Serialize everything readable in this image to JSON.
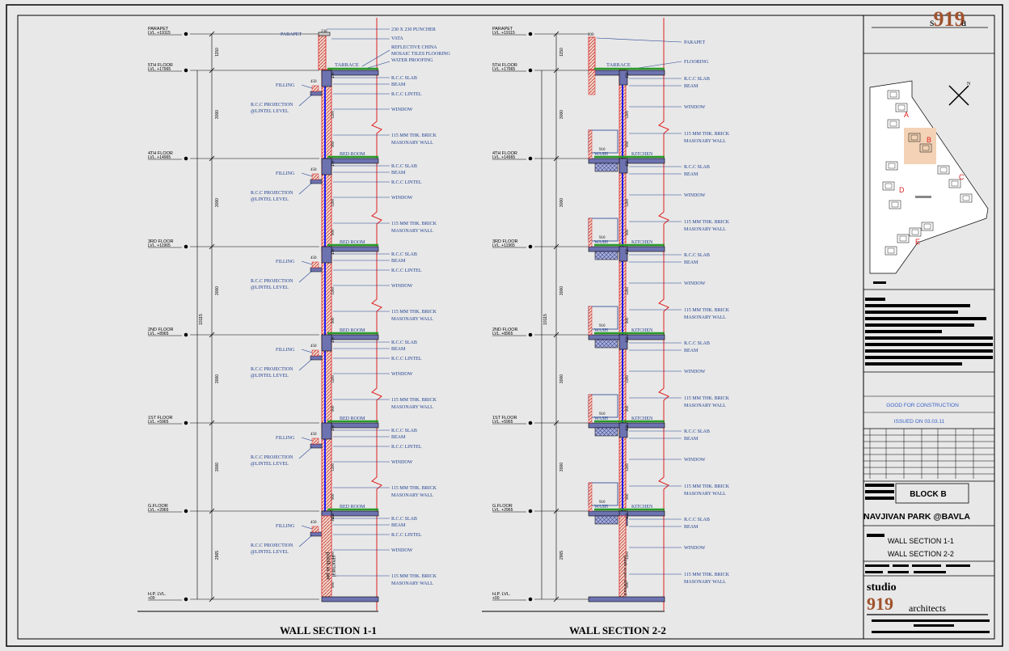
{
  "drawing": {
    "logo_mark": "919",
    "left_title": "WALL SECTION 1-1",
    "right_title": "WALL SECTION 2-2",
    "total_height": "19115",
    "levels": [
      {
        "name": "PARAPET",
        "lvl": "LVL. +19115"
      },
      {
        "name": "5TH FLOOR",
        "lvl": "LVL. +17965"
      },
      {
        "name": "4TH FLOOR",
        "lvl": "LVL. +14965"
      },
      {
        "name": "3RD FLOOR",
        "lvl": "LVL. +11965"
      },
      {
        "name": "2ND FLOOR",
        "lvl": "LVL. +8965"
      },
      {
        "name": "1ST FLOOR",
        "lvl": "LVL. +5965"
      },
      {
        "name": "G.FLOOR",
        "lvl": "LVL. +2965"
      },
      {
        "name": "H.P. LVL.",
        "lvl": "+00"
      }
    ],
    "dims_left": [
      "1150",
      "3000",
      "3000",
      "3000",
      "3000",
      "3000",
      "2965"
    ],
    "section1": {
      "top_notes": [
        "230 X 230 PUNCHER",
        "VATA",
        "REFLECTIVE CHINA",
        "MOSAIC TILES FLOORING",
        "WATER PROOFING"
      ],
      "parapet_label": "PARAPET",
      "parapet_dim": "230",
      "terrace": "TARRACE",
      "room": "BED ROOM",
      "filling": "FILLING",
      "projection1": "R.C.C PROJECTION",
      "projection2": "@LINTEL LEVEL",
      "slab": "R.C.C SLAB",
      "beam": "BEAM",
      "lintel": "R.C.C LINTEL",
      "window": "WINDOW",
      "wall1": "115 MM THK. BRICK",
      "wall2": "MASONARY WALL",
      "dim_filling": "450",
      "dim_window": "1200",
      "dim_sill": "900",
      "dim_beam": "450",
      "dim_plinth": "365",
      "plinth_note1": "plinth as per",
      "plinth_note2": "structural"
    },
    "section2": {
      "parapet_label": "PARAPET",
      "flooring": "FLOORING",
      "terrace": "TARRACE",
      "wash": "WASH",
      "kitchen": "KITCHEN",
      "slab": "R.C.C SLAB",
      "beam": "BEAM",
      "window": "WINDOW",
      "wall1": "115 MM THK. BRICK",
      "wall2": "MASONARY WALL",
      "dim_parapet": "230",
      "dim_wash": "910",
      "plinth_note": "plinth as per structural"
    }
  },
  "title_block": {
    "status": "GOOD FOR CONSTRUCTION",
    "issued": "ISSUED ON  03.03.11",
    "block": "BLOCK B",
    "project": "NAVJIVAN PARK @BAVLA",
    "sheet1": "WALL SECTION  1-1",
    "sheet2": "WALL SECTION  2-2",
    "firm_line1": "studio",
    "firm_number": "919",
    "firm_line2": "architects",
    "keyplan_letters": [
      "A",
      "B",
      "C",
      "D",
      "E"
    ],
    "north": "N"
  },
  "colors": {
    "paper": "#e8e8e8",
    "line": "#1f3f8f",
    "section_red": "#e02020",
    "floor_green": "#2a9a2a",
    "concrete": "#7a7fb8",
    "brown": "#a0522d"
  }
}
